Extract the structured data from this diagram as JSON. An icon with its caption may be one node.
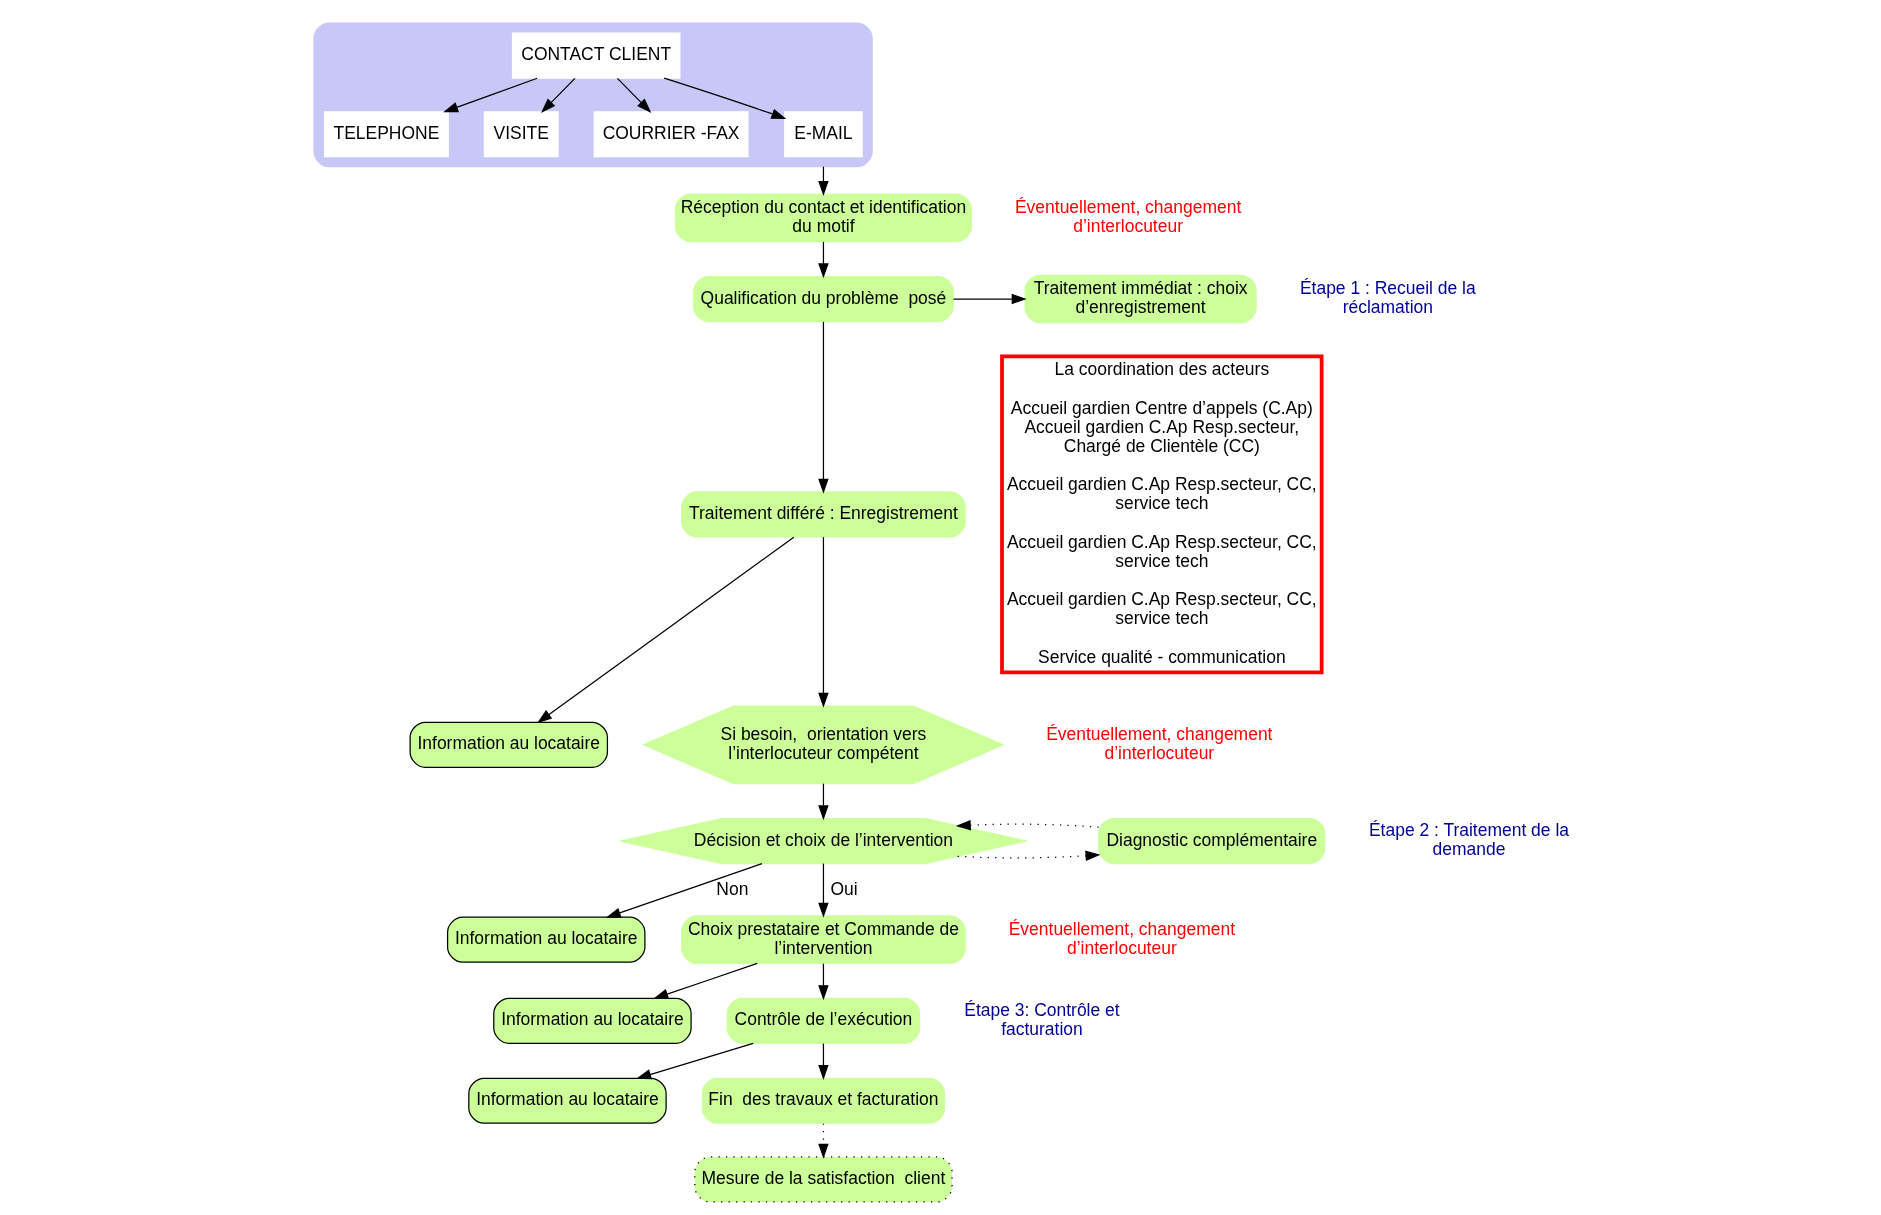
{
  "diagram": {
    "nodes": [
      {
        "text": [],
        "shape": "box"
      },
      {
        "text": [
          "CONTACT CLIENT"
        ],
        "in": 0
      },
      {
        "text": [
          "TELEPHONE"
        ],
        "in": 0
      },
      {
        "text": [
          "VISITE"
        ],
        "in": 0
      },
      {
        "text": [
          "COURRIER -FAX"
        ],
        "in": 0
      },
      {
        "text": [
          "E-MAIL"
        ],
        "in": 0
      },
      {
        "text": [
          "Réception du contact et identification du motif"
        ]
      },
      {
        "text": [
          "Qualification du problème  posé"
        ]
      },
      {
        "text": [
          "Traitement immédiat : choix d’enregistrement"
        ]
      },
      {
        "text": [
          "Traitement différé : Enregistrement"
        ]
      },
      {
        "text": [
          "Information au locataire"
        ]
      },
      {
        "text": [
          "Si besoin,  orientation vers l’interlocuteur compétent"
        ]
      },
      {
        "text": [
          "Décision et choix de l’intervention"
        ]
      },
      {
        "text": [
          "Information au locataire"
        ]
      },
      {
        "text": [
          "Diagnostic complémentaire"
        ]
      },
      {
        "text": [
          "Choix prestataire et Commande de l’intervention"
        ]
      },
      {
        "text": [
          "Information au locataire"
        ]
      },
      {
        "text": [
          "Contrôle de l’exécution"
        ]
      },
      {
        "text": [
          "Information au locataire"
        ]
      },
      {
        "text": [
          "Fin  des travaux et facturation"
        ]
      },
      {
        "text": [
          "Mesure de la satisfaction  client"
        ]
      },
      {
        "text": [
          "La coordination des acteurs",
          "Accueil gardien Centre d’appels (C.Ap) Accueil gardien C.Ap Resp.secteur, Chargé de Clientèle (CC)",
          "Accueil gardien C.Ap Resp.secteur, CC, service tech",
          "Accueil gardien C.Ap Resp.secteur, CC, service tech",
          "Accueil gardien C.Ap Resp.secteur, CC, service tech",
          "Service qualité - communication"
        ]
      }
    ],
    "edges": [
      {
        "from": 1,
        "to": 2,
        "arrow": "to"
      },
      {
        "from": 1,
        "to": 3,
        "arrow": "to"
      },
      {
        "from": 1,
        "to": 4,
        "arrow": "to"
      },
      {
        "from": 1,
        "to": 5,
        "arrow": "to"
      },
      {
        "from": 0,
        "to": 6,
        "arrow": "to"
      },
      {
        "from": 6,
        "to": 7,
        "arrow": "to"
      },
      {
        "from": 7,
        "to": 8,
        "arrow": "to"
      },
      {
        "from": 7,
        "to": 9,
        "arrow": "to"
      },
      {
        "from": 9,
        "to": 10,
        "arrow": "to"
      },
      {
        "from": 9,
        "to": 11,
        "arrow": "to"
      },
      {
        "from": 11,
        "to": 12,
        "arrow": "to"
      },
      {
        "from": 12,
        "to": 13,
        "arrow": "to",
        "label": "Non"
      },
      {
        "from": 12,
        "to": 14,
        "arrow": "to",
        "style": "dashed"
      },
      {
        "from": 14,
        "to": 12,
        "arrow": "to",
        "style": "dashed"
      },
      {
        "from": 12,
        "to": 15,
        "arrow": "to",
        "label": "Oui"
      },
      {
        "from": 15,
        "to": 16,
        "arrow": "to"
      },
      {
        "from": 15,
        "to": 17,
        "arrow": "to"
      },
      {
        "from": 17,
        "to": 18,
        "arrow": "to"
      },
      {
        "from": 17,
        "to": 19,
        "arrow": "to"
      },
      {
        "from": 19,
        "to": 20,
        "arrow": "to",
        "style": "dashed"
      }
    ],
    "labels": [
      "Étape 1 : Recueil de la réclamation",
      "Éventuellement, changement d’interlocuteur",
      "Étape 2 : Traitement de la demande",
      "Éventuellement, changement d’interlocuteur",
      "Étape 3: Contrôle et facturation",
      "Éventuellement, changement d’interlocuteur"
    ]
  }
}
